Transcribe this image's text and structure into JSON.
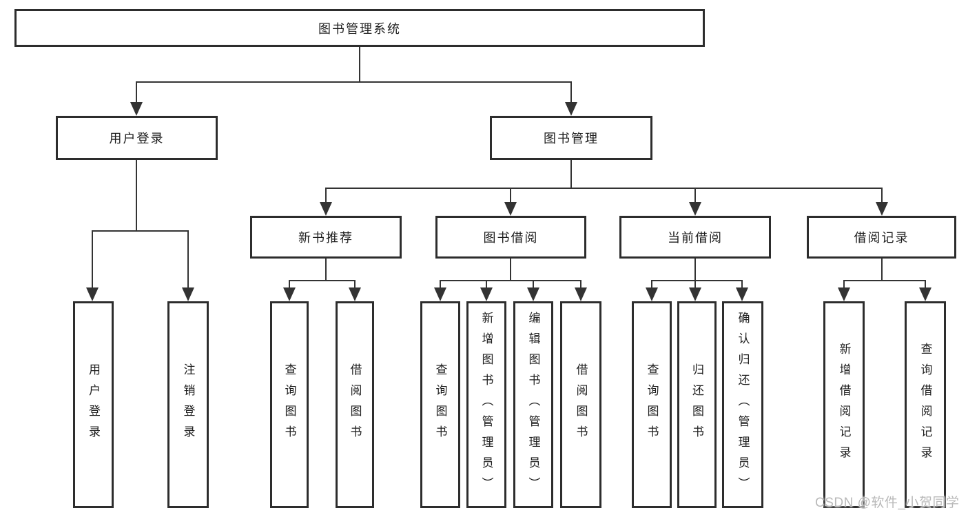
{
  "diagram": {
    "root": {
      "label": "图书管理系统"
    },
    "branches": [
      {
        "label": "用户登录",
        "children": [
          {
            "label": "用户登录"
          },
          {
            "label": "注销登录"
          }
        ]
      },
      {
        "label": "图书管理",
        "children": [
          {
            "label": "新书推荐",
            "children": [
              {
                "label": "查询图书"
              },
              {
                "label": "借阅图书"
              }
            ]
          },
          {
            "label": "图书借阅",
            "children": [
              {
                "label": "查询图书"
              },
              {
                "label": "新增图书（管理员）"
              },
              {
                "label": "编辑图书（管理员）"
              },
              {
                "label": "借阅图书"
              }
            ]
          },
          {
            "label": "当前借阅",
            "children": [
              {
                "label": "查询图书"
              },
              {
                "label": "归还图书"
              },
              {
                "label": "确认归还（管理员）"
              }
            ]
          },
          {
            "label": "借阅记录",
            "children": [
              {
                "label": "新增借阅记录"
              },
              {
                "label": "查询借阅记录"
              }
            ]
          }
        ]
      }
    ],
    "watermark": "CSDN @软件_小贺同学",
    "colors": {
      "box_border": "#2d2d2d",
      "line": "#333333",
      "text": "#1e1e1e",
      "watermark": "#b9b9b9",
      "background": "#ffffff"
    }
  }
}
